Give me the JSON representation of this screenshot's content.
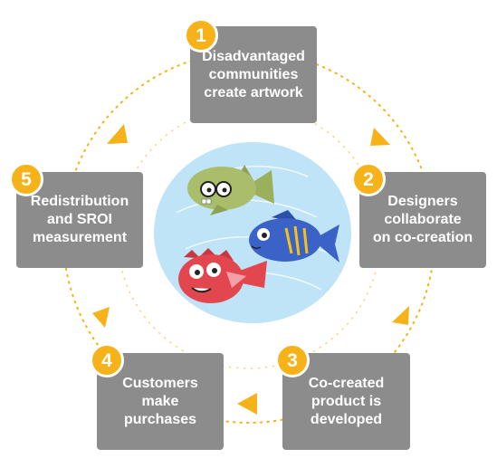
{
  "steps": [
    {
      "number": "1",
      "label": "Disadvantaged\ncommunities\ncreate artwork"
    },
    {
      "number": "2",
      "label": "Designers\ncollaborate\non co-creation"
    },
    {
      "number": "3",
      "label": "Co-created\nproduct is\ndeveloped"
    },
    {
      "number": "4",
      "label": "Customers\nmake\npurchases"
    },
    {
      "number": "5",
      "label": "Redistribution\nand SROI\nmeasurement"
    }
  ],
  "colors": {
    "box": "#8c8c8c",
    "badge": "#f5b319",
    "arrow": "#f5b319",
    "pond": "#bfe3f7",
    "fish_green": "#a9bd6a",
    "fish_blue": "#3a62c7",
    "fish_red": "#e2464f"
  },
  "icons": [
    "circular-arrow-icon",
    "green-fish-with-glasses-icon",
    "blue-fish-icon",
    "red-fish-icon"
  ]
}
